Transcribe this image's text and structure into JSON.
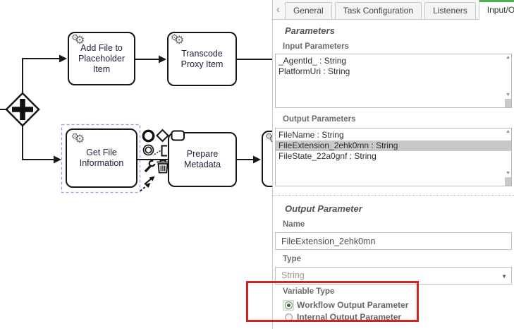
{
  "diagram": {
    "gateway": {
      "type": "parallel-gateway"
    },
    "tasks": {
      "add_file": {
        "label": "Add File to Placeholder Item"
      },
      "transcode": {
        "label": "Transcode Proxy Item"
      },
      "get_file": {
        "label": "Get File Information",
        "selected": true
      },
      "prepare": {
        "label": "Prepare Metadata"
      }
    },
    "context_pad_icons": [
      "append-end-event",
      "append-gateway",
      "append-task",
      "append-intermediate-event",
      "append-text-annotation",
      "wrench-change-type",
      "trash-delete",
      "connect-arrow"
    ]
  },
  "panel": {
    "back_chevron": "‹",
    "tabs": [
      {
        "label": "General",
        "active": false
      },
      {
        "label": "Task Configuration",
        "active": false
      },
      {
        "label": "Listeners",
        "active": false
      },
      {
        "label": "Input/Output",
        "active": true
      }
    ],
    "parameters_heading": "Parameters",
    "input_parameters": {
      "label": "Input Parameters",
      "items": [
        "_AgentId_ : String",
        "PlatformUri : String"
      ]
    },
    "output_parameters": {
      "label": "Output Parameters",
      "items": [
        "FileName : String",
        "FileExtension_2ehk0mn : String",
        "FileState_22a0gnf : String"
      ],
      "selected": "FileExtension_2ehk0mn : String"
    },
    "output_parameter": {
      "heading": "Output Parameter",
      "name_label": "Name",
      "name_value": "FileExtension_2ehk0mn",
      "type_label": "Type",
      "type_value": "String",
      "variable_type_label": "Variable Type",
      "radio_options": [
        {
          "label": "Workflow Output Parameter",
          "selected": true
        },
        {
          "label": "Internal Output Parameter",
          "selected": false
        }
      ]
    }
  },
  "icons": {
    "gear": "⚙",
    "dropdown_arrow": "▼",
    "scroll_up": "▲",
    "scroll_down": "▼"
  },
  "colors": {
    "active_tab_green": "#4caf50",
    "annotation_red": "#d02424",
    "selection_dashed": "#9b9bdf",
    "selected_row_bg": "#c8c8c8"
  },
  "annotation": {
    "type": "highlight-box",
    "target": "variable-type-section"
  }
}
